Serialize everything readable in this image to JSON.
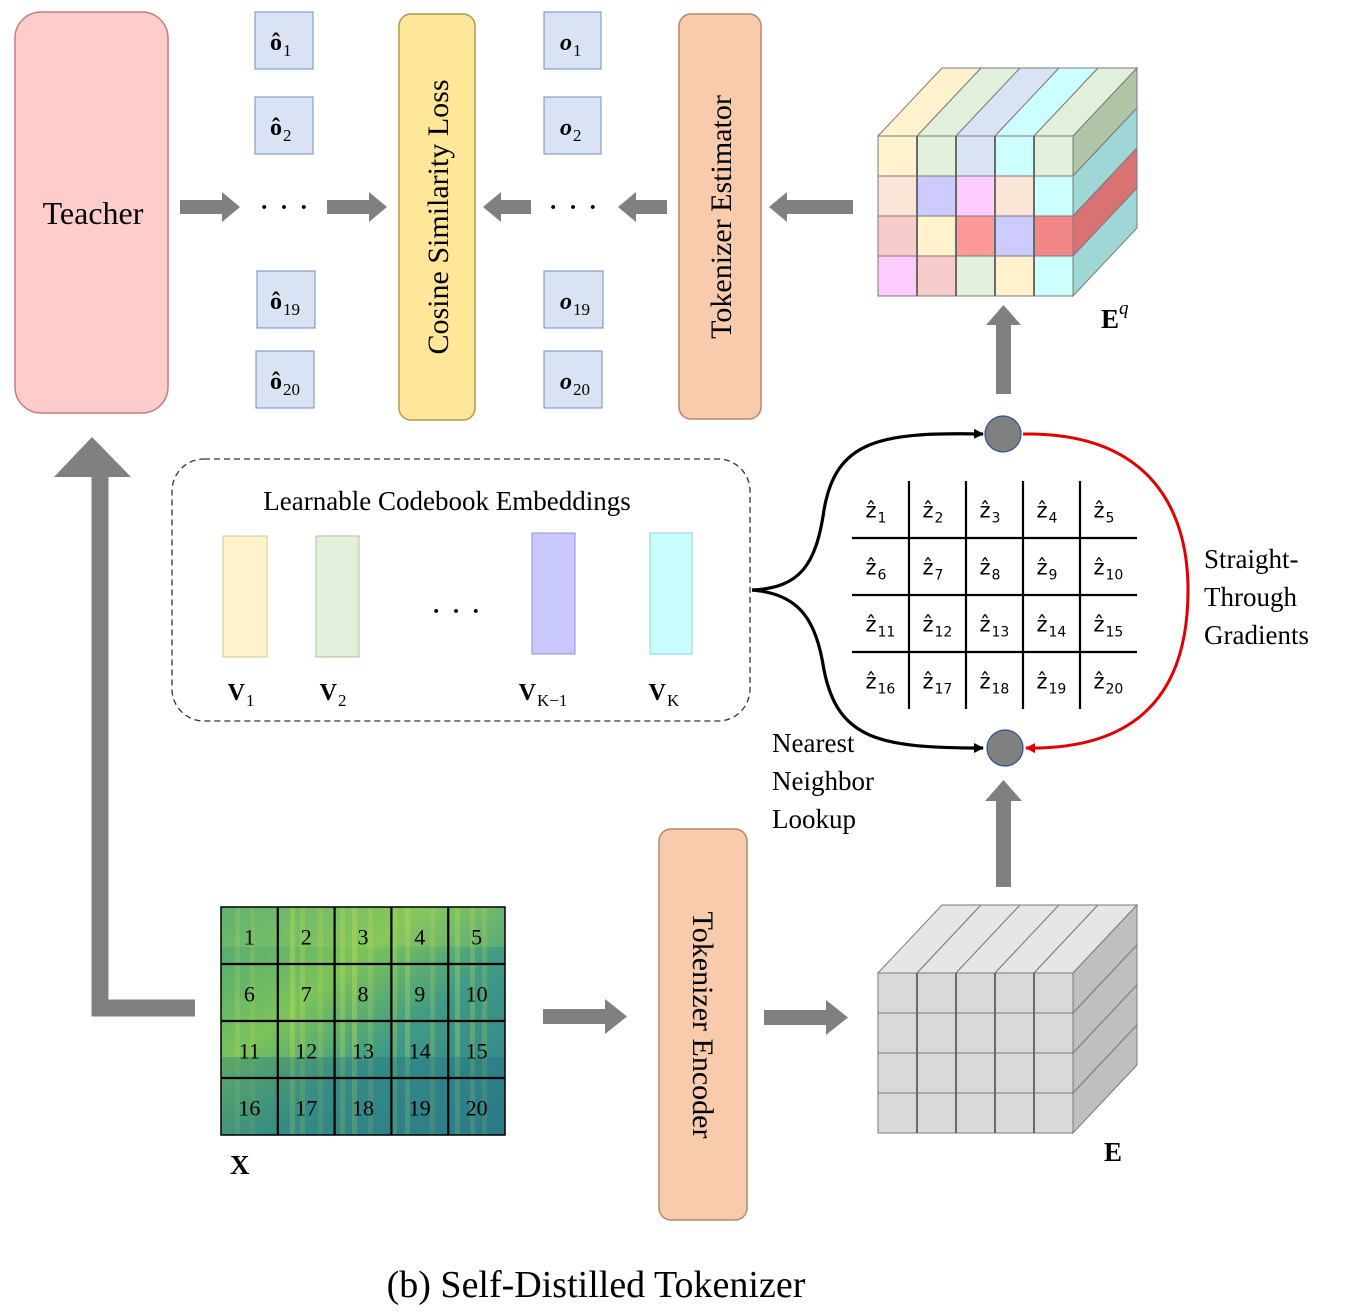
{
  "caption": "(b) Self-Distilled Tokenizer",
  "teacher": {
    "label": "Teacher"
  },
  "loss": {
    "label": "Cosine Similarity Loss"
  },
  "estimator": {
    "label": "Tokenizer Estimator"
  },
  "encoder": {
    "label": "Tokenizer Encoder"
  },
  "teacher_outputs": [
    {
      "base": "ô",
      "sub": "1"
    },
    {
      "base": "ô",
      "sub": "2"
    },
    {
      "base": "ô",
      "sub": "19"
    },
    {
      "base": "ô",
      "sub": "20"
    }
  ],
  "estimator_outputs": [
    {
      "base": "o",
      "sub": "1"
    },
    {
      "base": "o",
      "sub": "2"
    },
    {
      "base": "o",
      "sub": "19"
    },
    {
      "base": "o",
      "sub": "20"
    }
  ],
  "ellipsis": "· · ·",
  "codebook": {
    "title": "Learnable Codebook Embeddings",
    "vectors": [
      {
        "base": "V",
        "sub": "1",
        "color": "#fff2cc"
      },
      {
        "base": "V",
        "sub": "2",
        "color": "#e2efda"
      },
      {
        "base": "V",
        "sub": "K−1",
        "color": "#c9c9ff"
      },
      {
        "base": "V",
        "sub": "K",
        "color": "#c9ffff"
      }
    ]
  },
  "zgrid": [
    [
      "1",
      "2",
      "3",
      "4",
      "5"
    ],
    [
      "6",
      "7",
      "8",
      "9",
      "10"
    ],
    [
      "11",
      "12",
      "13",
      "14",
      "15"
    ],
    [
      "16",
      "17",
      "18",
      "19",
      "20"
    ]
  ],
  "zsymbol": "ẑ",
  "patches": [
    [
      "1",
      "2",
      "3",
      "4",
      "5"
    ],
    [
      "6",
      "7",
      "8",
      "9",
      "10"
    ],
    [
      "11",
      "12",
      "13",
      "14",
      "15"
    ],
    [
      "16",
      "17",
      "18",
      "19",
      "20"
    ]
  ],
  "input_label": "X",
  "e_label": "E",
  "eq_label": {
    "base": "E",
    "sup": "q"
  },
  "straight_through": [
    "Straight-",
    "Through",
    "Gradients"
  ],
  "nearest": [
    "Nearest",
    "Neighbor",
    "Lookup"
  ],
  "eq_colors": [
    [
      "#fff2cc",
      "#e2efda",
      "#dae3f3",
      "#ccffff",
      "#e2efda"
    ],
    [
      "#fbe5d6",
      "#ccccff",
      "#ffccff",
      "#fbe5d6",
      "#ccffff"
    ],
    [
      "#f8cbcb",
      "#fff2cc",
      "#ff9999",
      "#ccccff",
      "#f28585"
    ],
    [
      "#ffccff",
      "#f8cbcb",
      "#e2efda",
      "#fff2cc",
      "#ccffff"
    ]
  ],
  "eq_side_colors": [
    "#b0c4a6",
    "#9fd6d6",
    "#d97272",
    "#9fd6d6"
  ],
  "colors": {
    "teacher_fill": "#ffcccc",
    "loss_fill": "#ffe699",
    "orange_fill": "#f8cbad",
    "token_fill": "#dae3f3",
    "arrow": "#808080",
    "red": "#e00000",
    "node": "#808080"
  }
}
